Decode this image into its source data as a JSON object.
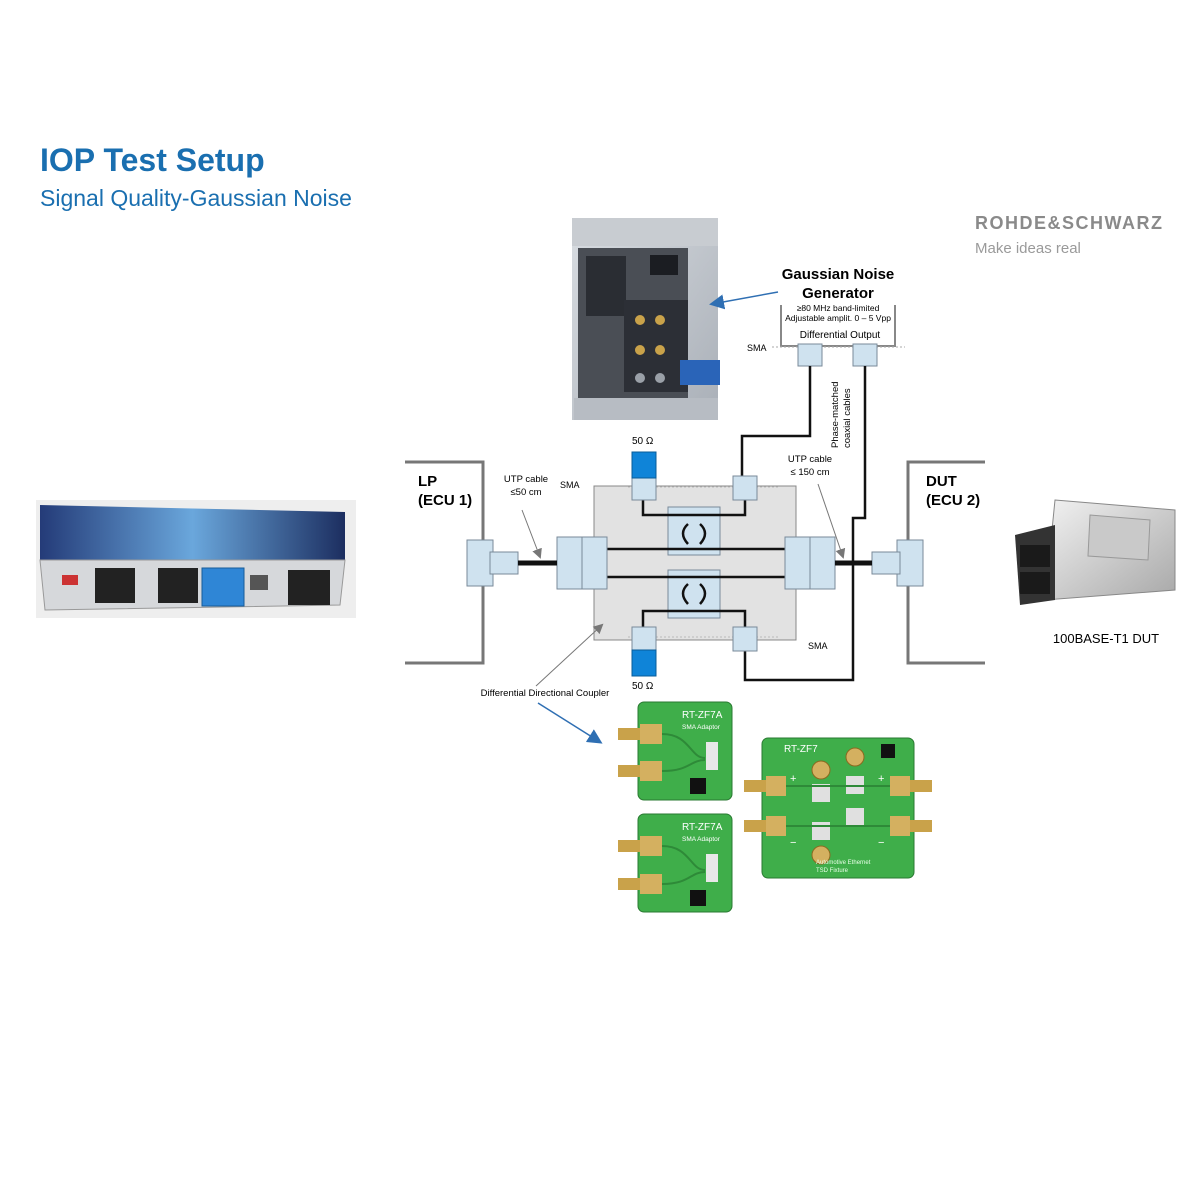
{
  "header": {
    "title": "IOP Test Setup",
    "subtitle": "Signal Quality-Gaussian Noise"
  },
  "brand": {
    "name": "ROHDE&SCHWARZ",
    "slogan": "Make ideas real"
  },
  "generator": {
    "title_line1": "Gaussian Noise",
    "title_line2": "Generator",
    "spec_line1": "≥80 MHz band-limited",
    "spec_line2": "Adjustable amplit. 0 – 5 Vpp",
    "output_label": "Differential Output"
  },
  "labels": {
    "sma_top_gen": "SMA",
    "sma_coupler_top": "SMA",
    "sma_coupler_bottom": "SMA",
    "phase_line1": "Phase-matched",
    "phase_line2": "coaxial cables",
    "termination_top": "50 Ω",
    "termination_bottom": "50 Ω",
    "utp_left_line1": "UTP cable",
    "utp_left_line2": "≤50 cm",
    "utp_right_line1": "UTP cable",
    "utp_right_line2": "≤ 150 cm",
    "lp_line1": "LP",
    "lp_line2": "(ECU 1)",
    "dut_line1": "DUT",
    "dut_line2": "(ECU 2)",
    "coupler": "Differential Directional Coupler",
    "dut_caption": "100BASE-T1 DUT"
  },
  "fixtures": {
    "adaptor_name": "RT-ZF7A",
    "adaptor_subtitle": "SMA Adaptor",
    "fixture_name": "RT-ZF7",
    "fixture_line1": "Automotive Ethernet",
    "fixture_line2": "TSD Fixture",
    "plus": "+",
    "minus": "−"
  },
  "colors": {
    "title_blue": "#1a6fb0",
    "connector_fill": "#cfe2ef",
    "termination_blue": "#0f84d8",
    "coupler_gray": "#e2e2e2",
    "pcb_green": "#3fae4a"
  }
}
